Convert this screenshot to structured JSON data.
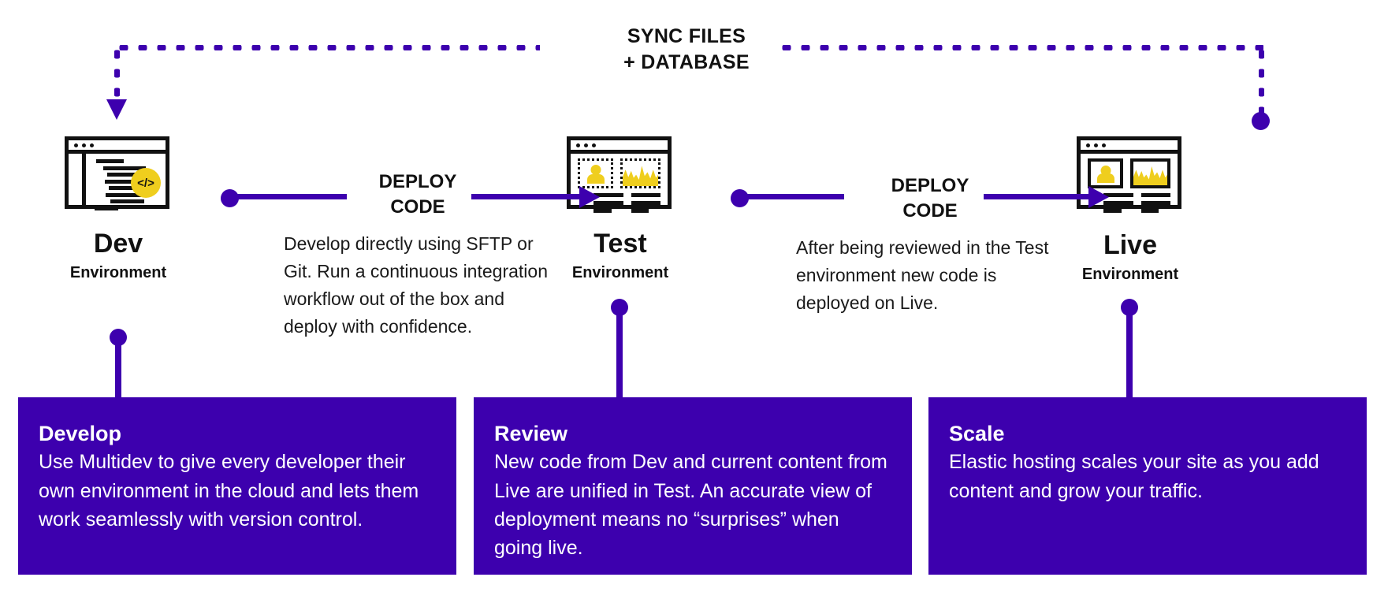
{
  "diagram": {
    "title_top": "SYNC FILES",
    "title_top_line2": "+ DATABASE",
    "colors": {
      "purple": "#3D00AE",
      "yellow": "#EFCE1E",
      "ink": "#111111",
      "background": "#FFFFFF"
    }
  },
  "environments": [
    {
      "name": "Dev",
      "sub": "Environment",
      "icon": "code-browser-window-icon"
    },
    {
      "name": "Test",
      "sub": "Environment",
      "icon": "dashboard-browser-window-dotted-icon"
    },
    {
      "name": "Live",
      "sub": "Environment",
      "icon": "dashboard-browser-window-icon"
    }
  ],
  "dev_icon": {
    "code_badge": "</>"
  },
  "connectors": [
    {
      "label_line1": "DEPLOY",
      "label_line2": "CODE",
      "body": "Develop directly using SFTP or Git. Run a continuous integration workflow out of the box and deploy with confidence."
    },
    {
      "label_line1": "DEPLOY",
      "label_line2": "CODE",
      "body": "After being reviewed in the Test environment new code is deployed on Live."
    }
  ],
  "cards": [
    {
      "heading": "Develop",
      "body": "Use Multidev to give every developer their own environment in the cloud and lets them work seamlessly with version control."
    },
    {
      "heading": "Review",
      "body": "New code from Dev and current content from Live are unified in Test. An accurate view of deployment means no “surprises” when going live."
    },
    {
      "heading": "Scale",
      "body": "Elastic hosting scales your site as you add content and grow your traffic."
    }
  ]
}
